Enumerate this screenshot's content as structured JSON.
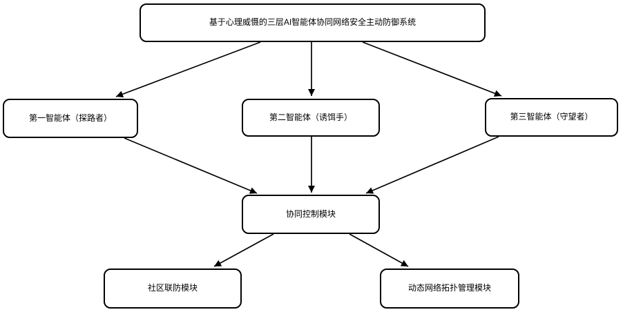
{
  "diagram": {
    "type": "flowchart",
    "nodes": {
      "title": {
        "label": "基于心理威慑的三层AI智能体协同网络安全主动防御系统"
      },
      "agent1": {
        "label": "第一智能体（探路者）"
      },
      "agent2": {
        "label": "第二智能体（诱饵手）"
      },
      "agent3": {
        "label": "第三智能体（守望者）"
      },
      "control": {
        "label": "协同控制模块"
      },
      "community": {
        "label": "社区联防模块"
      },
      "topology": {
        "label": "动态网络拓扑管理模块"
      }
    },
    "edges": [
      {
        "from": "title",
        "to": "agent1"
      },
      {
        "from": "title",
        "to": "agent2"
      },
      {
        "from": "title",
        "to": "agent3"
      },
      {
        "from": "agent1",
        "to": "control"
      },
      {
        "from": "agent2",
        "to": "control"
      },
      {
        "from": "agent3",
        "to": "control"
      },
      {
        "from": "control",
        "to": "community"
      },
      {
        "from": "control",
        "to": "topology"
      }
    ],
    "colors": {
      "background": "#ffffff",
      "node_fill": "#ffffff",
      "node_border": "#000000",
      "edge": "#000000",
      "text": "#000000"
    }
  }
}
